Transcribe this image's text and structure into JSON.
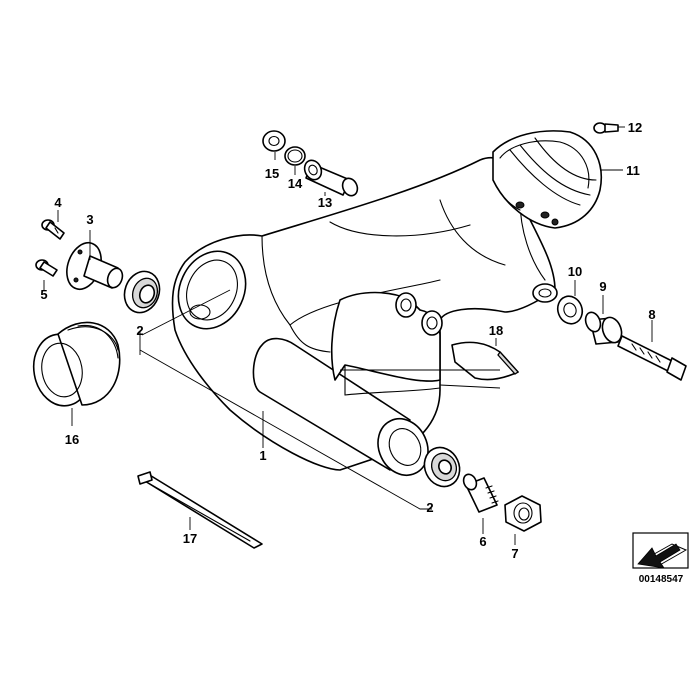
{
  "diagram": {
    "callouts": {
      "p1": "1",
      "p2a": "2",
      "p2b": "2",
      "p3": "3",
      "p4": "4",
      "p5": "5",
      "p6": "6",
      "p7": "7",
      "p8": "8",
      "p9": "9",
      "p10": "10",
      "p11": "11",
      "p12": "12",
      "p13": "13",
      "p14": "14",
      "p15": "15",
      "p16": "16",
      "p17": "17",
      "p18": "18"
    },
    "reference_number": "00148547",
    "icon": "arrow-pointer-icon"
  },
  "colors": {
    "line": "#000000",
    "background": "#ffffff"
  }
}
